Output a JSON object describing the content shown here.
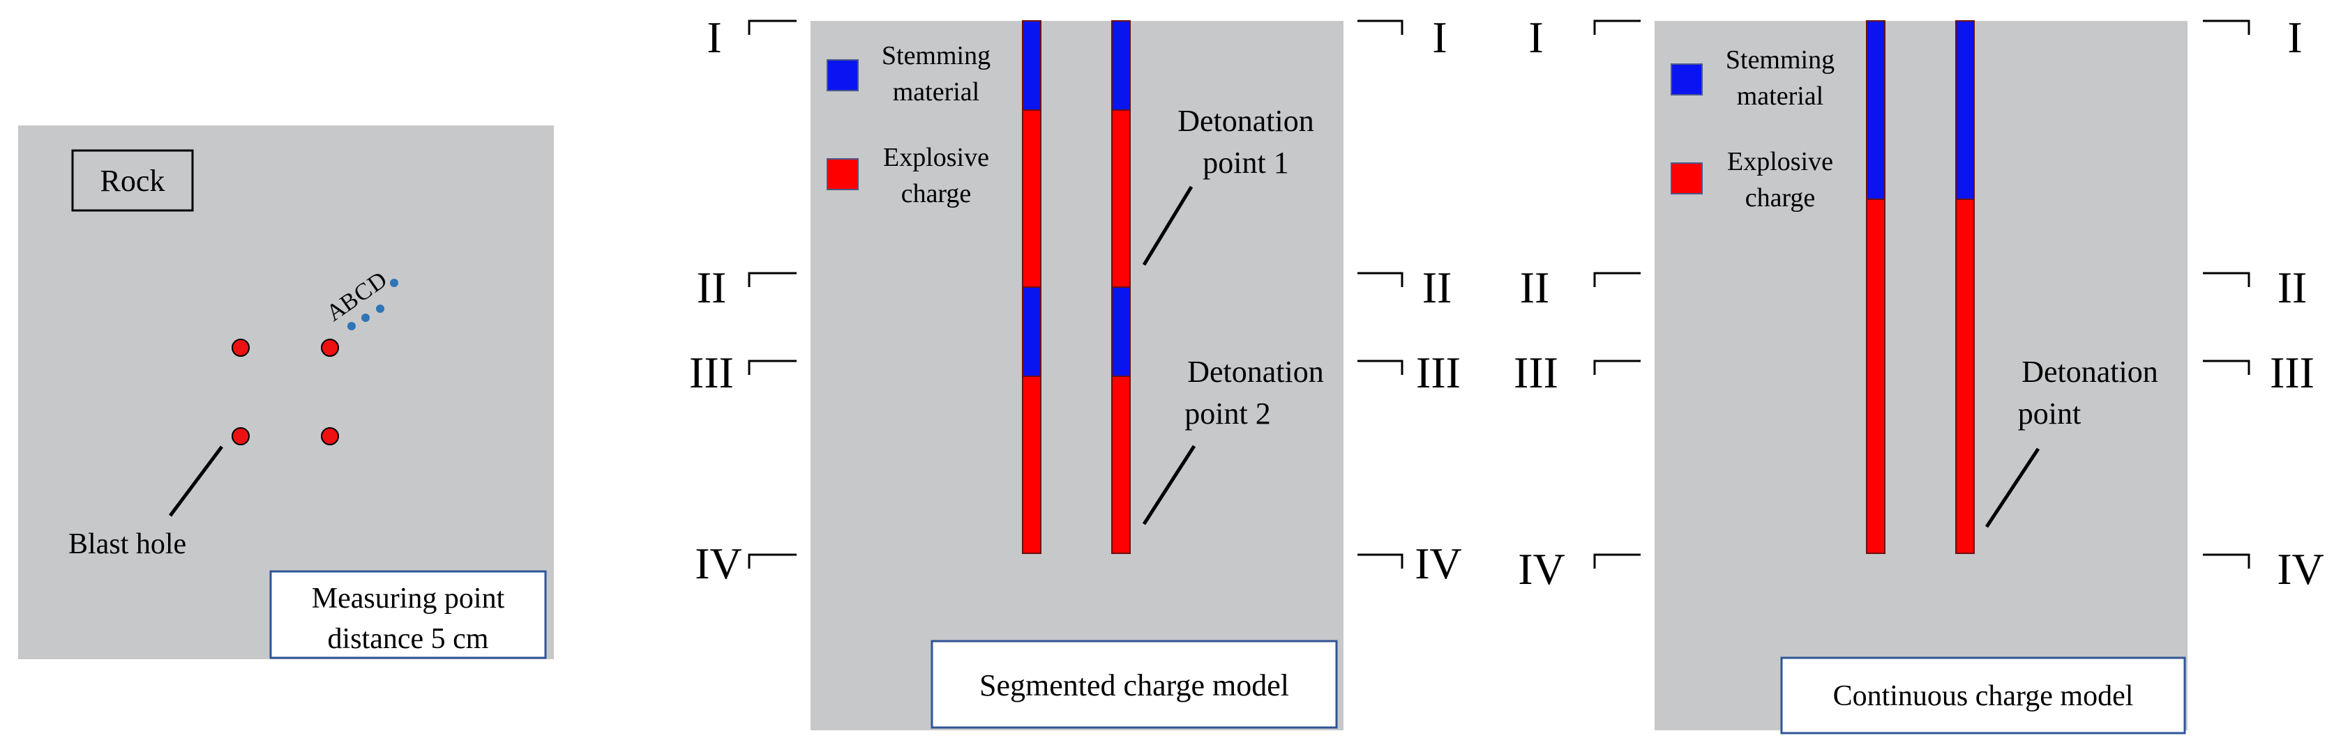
{
  "rock_panel": {
    "rock_label": "Rock",
    "blast_hole_label": "Blast hole",
    "measuring_points": [
      "A",
      "B",
      "C",
      "D"
    ],
    "measuring_note_line1": "Measuring point",
    "measuring_note_line2": "distance 5 cm"
  },
  "segmented_model": {
    "legend_stemming_line1": "Stemming",
    "legend_stemming_line2": "material",
    "legend_explosive_line1": "Explosive",
    "legend_explosive_line2": "charge",
    "detonation1_line1": "Detonation",
    "detonation1_line2": "point 1",
    "detonation2_line1": "Detonation",
    "detonation2_line2": "point 2",
    "caption": "Segmented charge model"
  },
  "continuous_model": {
    "legend_stemming_line1": "Stemming",
    "legend_stemming_line2": "material",
    "legend_explosive_line1": "Explosive",
    "legend_explosive_line2": "charge",
    "detonation_line1": "Detonation",
    "detonation_line2": "point",
    "caption": "Continuous charge model"
  },
  "section_marks": [
    "I",
    "II",
    "III",
    "IV"
  ],
  "colors": {
    "panel": "#c7c8ca",
    "stemming": "#0a14f0",
    "explosive": "#ff0000",
    "blast_hole": "#ee1111",
    "measuring_point": "#2e75b6",
    "caption_border": "#2f5597"
  }
}
